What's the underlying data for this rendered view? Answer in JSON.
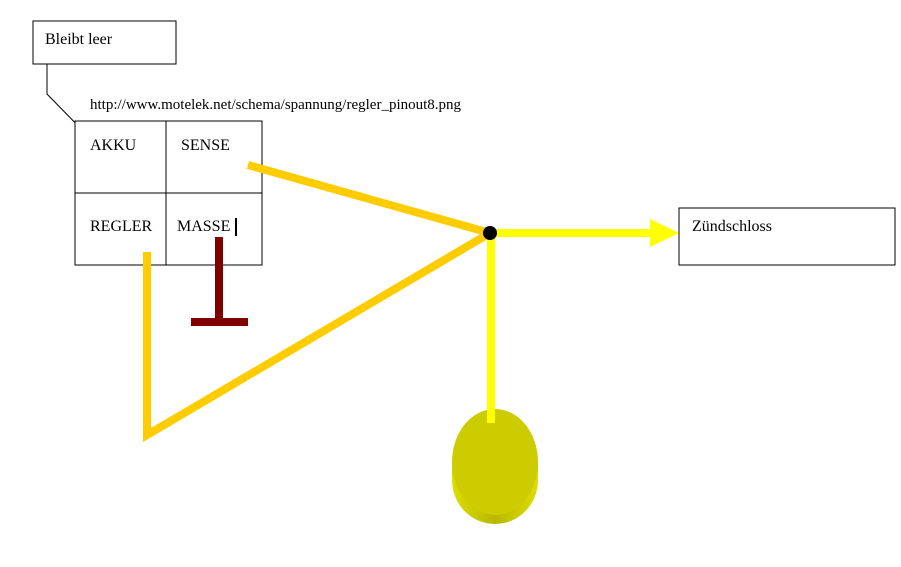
{
  "note_box": {
    "label": "Bleibt leer"
  },
  "url_text": "http://www.motelek.net/schema/spannung/regler_pinout8.png",
  "pinout": {
    "akku": "AKKU",
    "sense": "SENSE",
    "regler": "REGLER",
    "masse": "MASSE"
  },
  "target_box": {
    "label": "Zündschloss"
  },
  "colors": {
    "wire_orange": "#ffcc00",
    "wire_yellow": "#ffff00",
    "ground": "#800000",
    "cylinder": "#cccc00"
  }
}
